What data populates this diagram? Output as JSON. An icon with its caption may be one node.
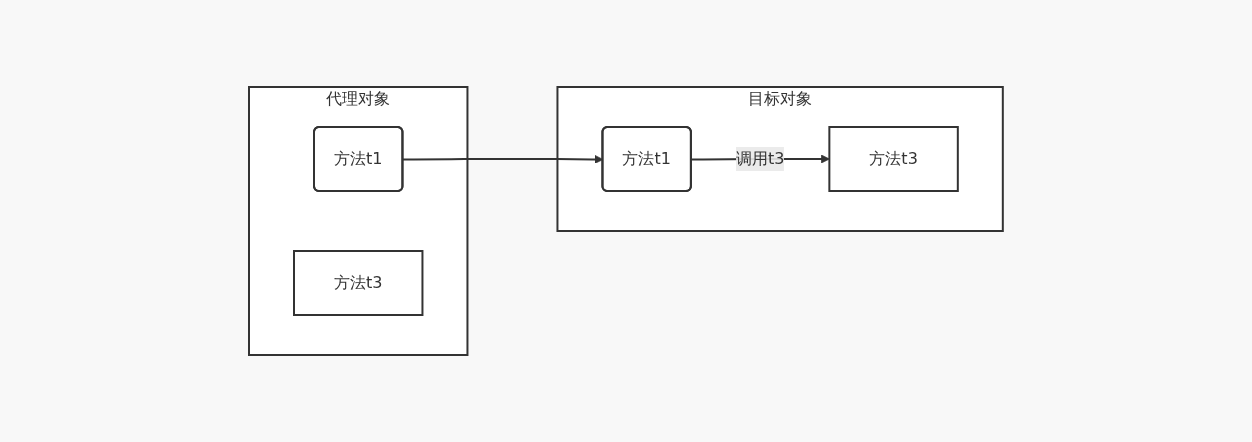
{
  "diagram": {
    "nodes": [
      {
        "text": [
          "代理对象"
        ]
      },
      {
        "text": [
          "方法t1"
        ],
        "in": 0
      },
      {
        "text": [
          "方法t3"
        ],
        "in": 0
      },
      {
        "text": [
          "目标对象"
        ]
      },
      {
        "text": [
          "方法t1"
        ],
        "in": 3
      },
      {
        "text": [
          "方法t3"
        ],
        "in": 3
      }
    ],
    "edges": [
      {
        "from": 1,
        "to": 4,
        "arrow": "to"
      },
      {
        "from": 4,
        "to": 5,
        "arrow": "to",
        "label": "调用t3"
      }
    ]
  }
}
